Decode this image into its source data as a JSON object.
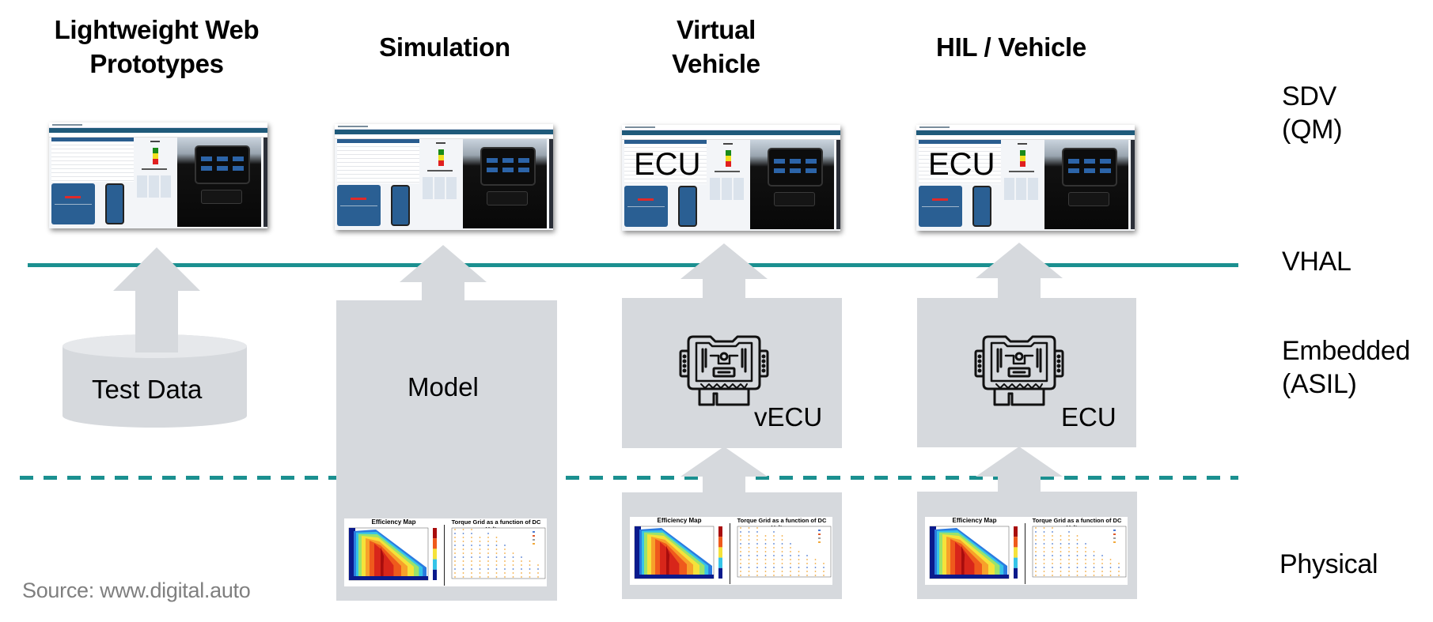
{
  "columns": [
    {
      "id": "web-prototypes",
      "heading": "Lightweight Web\nPrototypes",
      "screenshot_overlay": "",
      "base_type": "database",
      "base_label": "Test Data"
    },
    {
      "id": "simulation",
      "heading": "Simulation",
      "screenshot_overlay": "",
      "base_type": "box",
      "base_label": "Model",
      "physical_chart": true
    },
    {
      "id": "virtual-vehicle",
      "heading": "Virtual\nVehicle",
      "screenshot_overlay": "ECU",
      "base_type": "ecu-box",
      "base_label": "vECU",
      "physical_chart": true
    },
    {
      "id": "hil-vehicle",
      "heading": "HIL / Vehicle",
      "screenshot_overlay": "ECU",
      "base_type": "ecu-box",
      "base_label": "ECU",
      "physical_chart": true
    }
  ],
  "layers": [
    {
      "id": "sdv",
      "label": "SDV\n(QM)"
    },
    {
      "id": "vhal",
      "label": "VHAL"
    },
    {
      "id": "embedded",
      "label": "Embedded\n(ASIL)"
    },
    {
      "id": "physical",
      "label": "Physical"
    }
  ],
  "physical_chart": {
    "left_title": "Efficiency Map",
    "right_title": "Torque Grid as a function of DC\nVoltage"
  },
  "icons": {
    "ecu": "ecu-chip-icon",
    "arrow": "arrow-up-icon",
    "database": "database-cylinder-icon"
  },
  "colors": {
    "vhal_line": "#1b9090",
    "physical_line": "#1b9090",
    "box_fill": "#d6d9dd",
    "source_text": "#7f7f7f"
  },
  "footer": {
    "source": "Source: www.digital.auto"
  }
}
